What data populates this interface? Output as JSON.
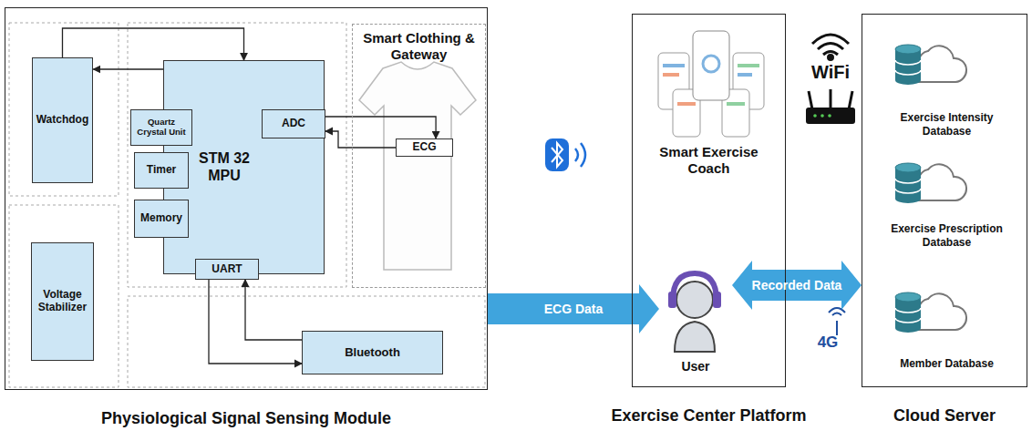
{
  "diagram": {
    "nodes": [
      {
        "text": [
          "Physiological Signal Sensing Module"
        ]
      },
      {
        "text": [
          "Watchdog"
        ],
        "in": 0
      },
      {
        "text": [
          "Voltage Stabilizer"
        ],
        "in": 0
      },
      {
        "text": [
          "STM 32 MPU"
        ],
        "in": 0
      },
      {
        "text": [
          "Quartz Crystal Unit"
        ],
        "in": 3
      },
      {
        "text": [
          "Timer"
        ],
        "in": 3
      },
      {
        "text": [
          "Memory"
        ],
        "in": 3
      },
      {
        "text": [
          "ADC"
        ],
        "in": 3
      },
      {
        "text": [
          "UART"
        ],
        "in": 3
      },
      {
        "text": [
          "Smart Clothing & Gateway"
        ],
        "in": 0
      },
      {
        "text": [
          "ECG"
        ],
        "in": 9
      },
      {
        "text": [
          "Bluetooth"
        ],
        "in": 0
      },
      {
        "text": [
          "Exercise Center Platform"
        ]
      },
      {
        "text": [
          "User"
        ],
        "in": 12
      },
      {
        "text": [
          "Cloud Server"
        ]
      },
      {
        "text": [
          "Exercise Intensity Database"
        ],
        "in": 14
      },
      {
        "text": [
          "Exercise Prescription Database"
        ],
        "in": 14
      },
      {
        "text": [
          "Member Database"
        ],
        "in": 14
      }
    ],
    "edges": [
      {
        "from": 3,
        "to": 1,
        "arrow": "to"
      },
      {
        "from": 1,
        "to": 3,
        "arrow": "to"
      },
      {
        "from": 7,
        "to": 10,
        "arrow": "to"
      },
      {
        "from": 10,
        "to": 7,
        "arrow": "to"
      },
      {
        "from": 8,
        "to": 11,
        "arrow": "to"
      },
      {
        "from": 11,
        "to": 8,
        "arrow": "to"
      },
      {
        "from": 0,
        "to": 13,
        "label": "ECG Data",
        "arrow": "to"
      },
      {
        "from": 13,
        "to": 14,
        "label": "Recorded Data",
        "arrow": "both"
      }
    ],
    "labels": [
      "Smart Exercise Coach",
      "WiFi",
      "4G"
    ]
  }
}
